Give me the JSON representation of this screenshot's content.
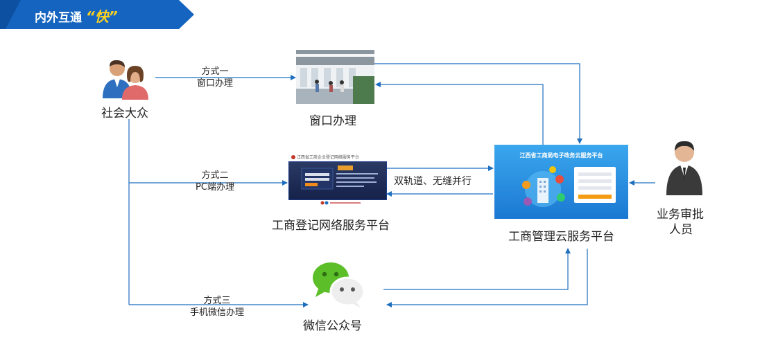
{
  "banner": {
    "title": "内外互通",
    "highlight": "“快”"
  },
  "nodes": {
    "public": "社会大众",
    "window": "窗口办理",
    "pc_platform": "工商登记网络服务平台",
    "cloud_platform": "工商管理云服务平台",
    "wechat": "微信公众号",
    "approver_line1": "业务审批",
    "approver_line2": "人员"
  },
  "edges": {
    "way1": {
      "title": "方式一",
      "desc": "窗口办理"
    },
    "way2": {
      "title": "方式二",
      "desc": "PC端办理"
    },
    "way3": {
      "title": "方式三",
      "desc": "手机微信办理"
    },
    "dual_track": "双轨道、无缝并行"
  },
  "screenshots": {
    "pc_header": "江西省工商企业登记网络服务平台",
    "cloud_header": "江西省工商局电子政务云服务平台"
  },
  "colors": {
    "arrow": "#1f6fbf",
    "banner": "#1565c0",
    "highlight": "#ffd21f"
  }
}
